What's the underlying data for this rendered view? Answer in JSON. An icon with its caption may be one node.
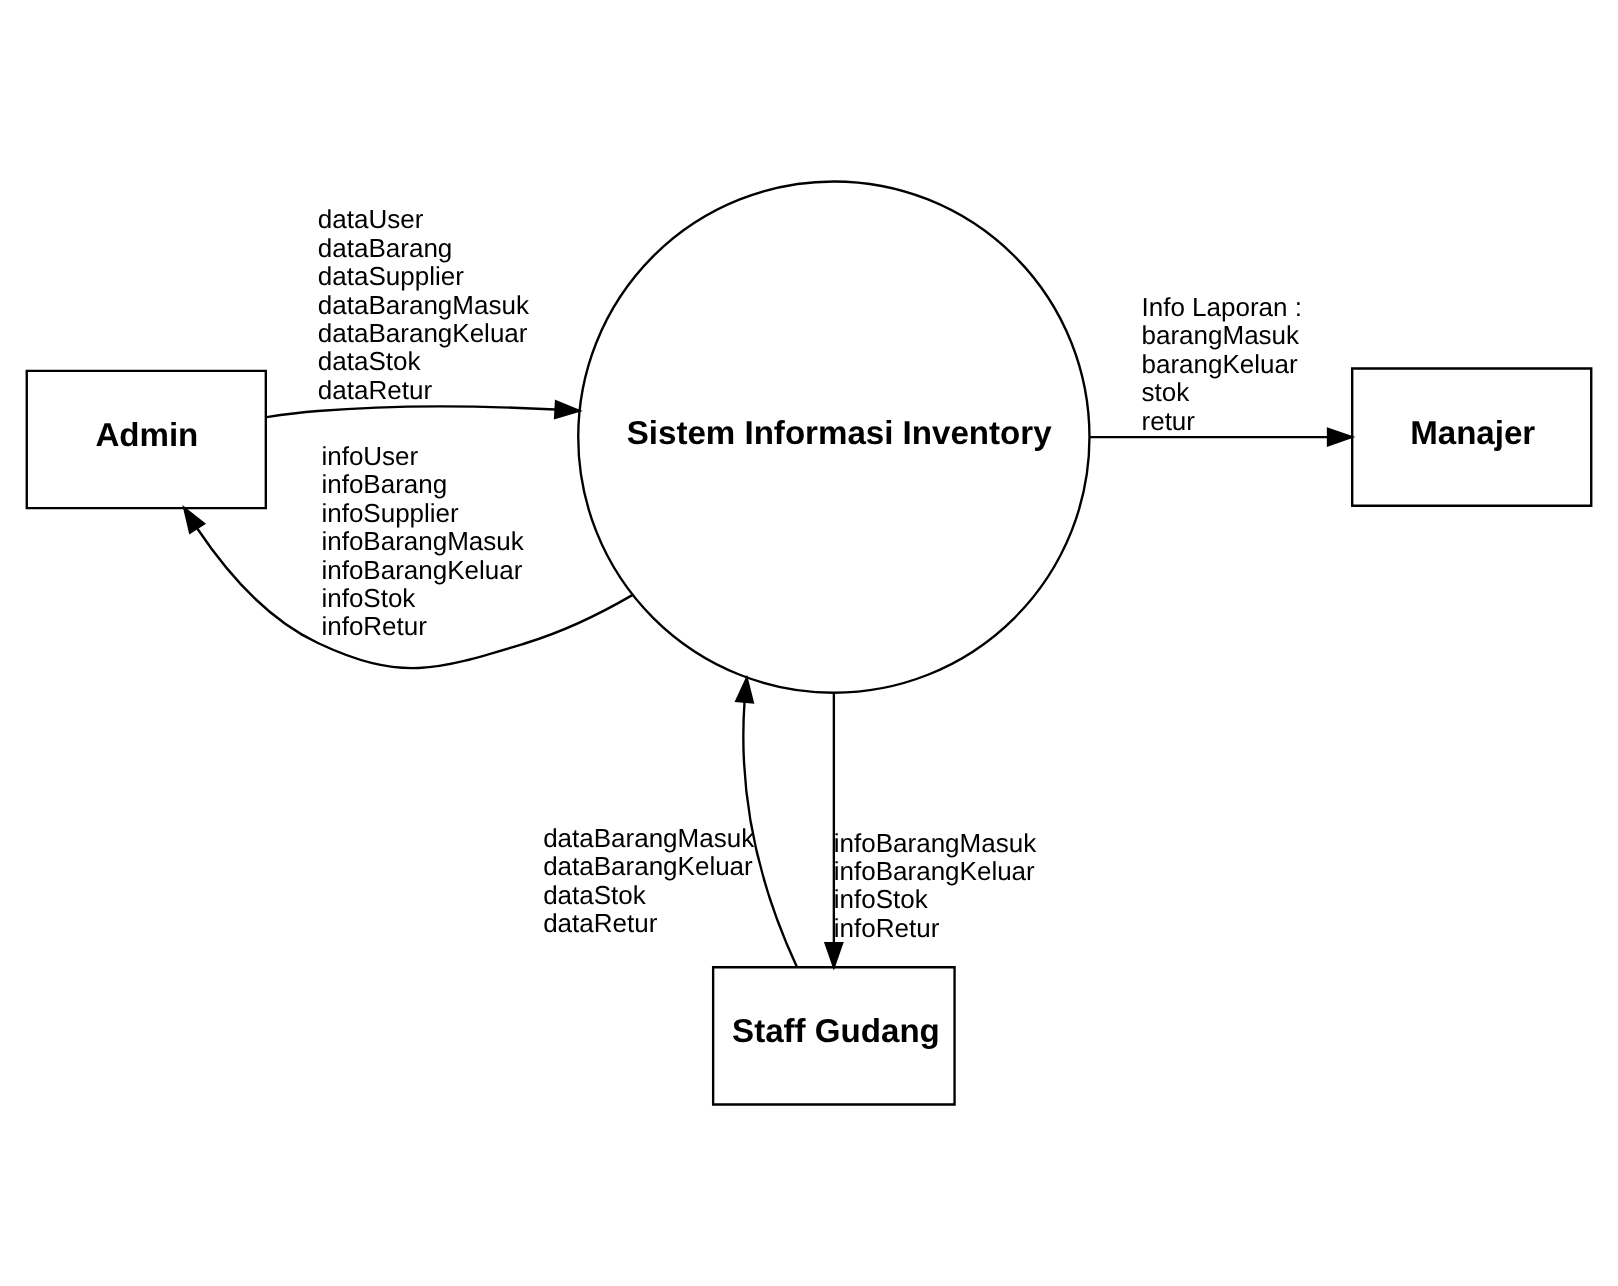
{
  "diagram": {
    "nodes": [
      {
        "text": [
          "Staff Gudang"
        ]
      },
      {
        "text": [
          "Admin"
        ]
      },
      {
        "text": [
          "Sistem Informasi Inventory"
        ]
      },
      {
        "text": [
          "Manajer"
        ]
      }
    ],
    "edges": [
      {
        "from": 1,
        "to": 2,
        "arrow": "to",
        "label": "dataUser\ndataBarang\ndataSupplier\ndataBarangMasuk\ndataBarangKeluar\ndataStok\ndataRetur"
      },
      {
        "from": 2,
        "to": 0,
        "arrow": "to",
        "label": "infoBarangMasuk\ninfoBarangKeluar\ninfoStok\ninfoRetur"
      },
      {
        "from": 0,
        "to": 2,
        "arrow": "to",
        "label": "dataBarangMasuk\ndataBarangKeluar\ndataStok\ndataRetur"
      },
      {
        "from": 2,
        "to": 1,
        "arrow": "to",
        "label": "infoUser\ninfoBarang\ninfoSupplier\ninfoBarangMasuk\ninfoBarangKeluar\ninfoStok\ninfoRetur"
      },
      {
        "from": 2,
        "to": 3,
        "arrow": "to",
        "label": "Info Laporan :\nbarangMasuk\nbarangKeluar\nstok\nretur"
      }
    ]
  }
}
